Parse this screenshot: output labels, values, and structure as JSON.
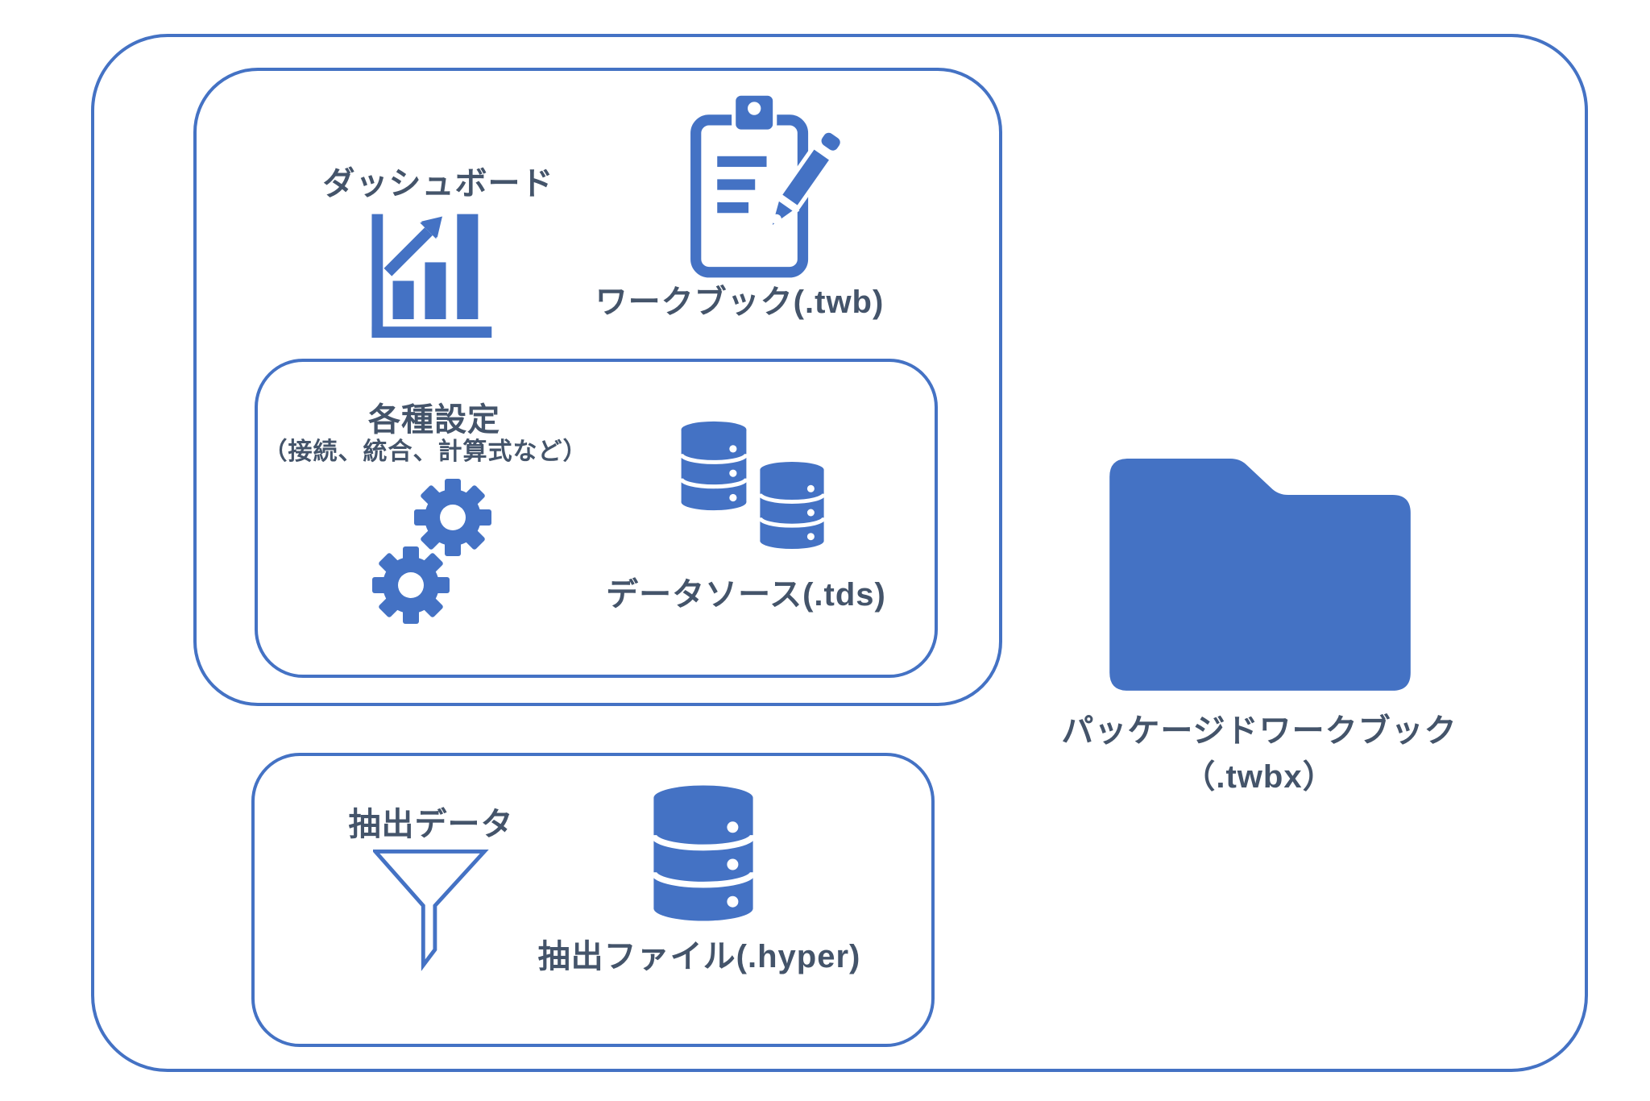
{
  "colors": {
    "accent_blue": "#4472C4",
    "text_dark": "#44546A",
    "background": "#ffffff"
  },
  "workbook_group": {
    "dashboard": {
      "label": "ダッシュボード",
      "icon": "bar-chart-arrow-icon"
    },
    "workbook": {
      "label": "ワークブック(.twb)",
      "icon": "clipboard-pencil-icon"
    },
    "settings_group": {
      "title": "各種設定",
      "subtitle": "（接続、統合、計算式など）",
      "settings_icon": "gears-icon",
      "datasource": {
        "label": "データソース(.tds)",
        "icon": "database-stack-icon"
      }
    }
  },
  "extract_group": {
    "extract": {
      "label": "抽出データ",
      "icon": "funnel-icon"
    },
    "extract_file": {
      "label": "抽出ファイル(.hyper)",
      "icon": "database-icon"
    }
  },
  "packaged_workbook": {
    "label_line1": "パッケージドワークブック",
    "label_line2": "（.twbx）",
    "icon": "folder-icon"
  }
}
